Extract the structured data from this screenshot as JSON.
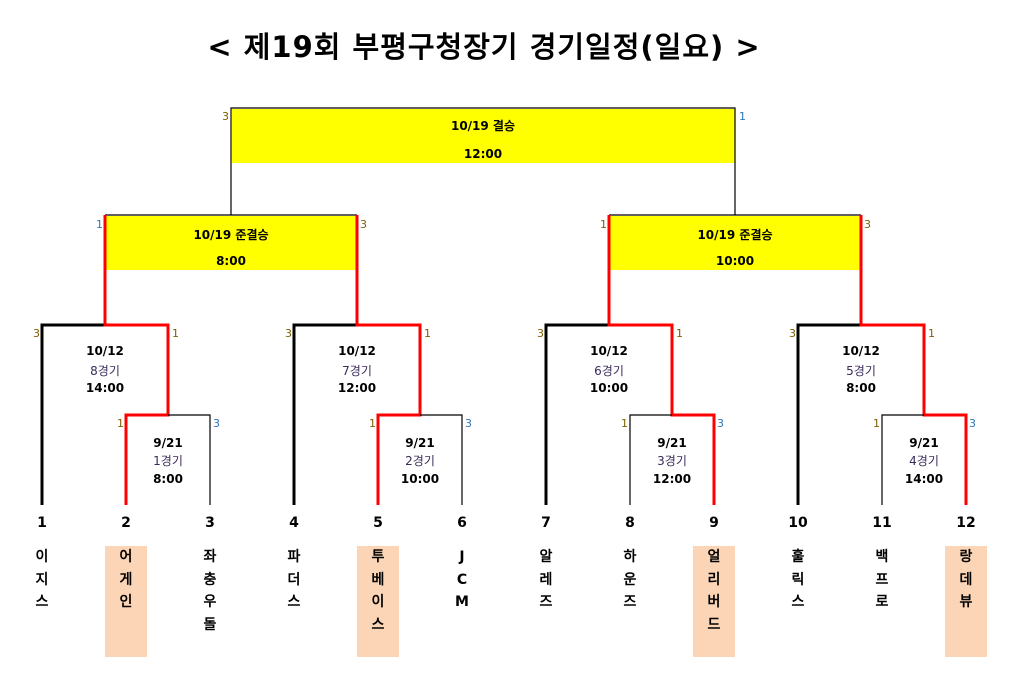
{
  "title": "< 제19회 부평구청장기 경기일정(일요) >",
  "colors": {
    "win_line": "#ff0000",
    "box_fill": "#ffff00",
    "highlight": "#fbd5b5",
    "score_brown": "#7f6000",
    "score_blue": "#2e75b6"
  },
  "final": {
    "date_label": "10/19 결승",
    "time": "12:00",
    "score_left": "3",
    "score_right": "1"
  },
  "semis": [
    {
      "date_label": "10/19 준결승",
      "time": "8:00",
      "score_left": "1",
      "score_right": "3"
    },
    {
      "date_label": "10/19 준결승",
      "time": "10:00",
      "score_left": "1",
      "score_right": "3"
    }
  ],
  "second_round": [
    {
      "date": "10/12",
      "game": "8경기",
      "time": "14:00",
      "score_left": "3",
      "score_right": "1"
    },
    {
      "date": "10/12",
      "game": "7경기",
      "time": "12:00",
      "score_left": "3",
      "score_right": "1"
    },
    {
      "date": "10/12",
      "game": "6경기",
      "time": "10:00",
      "score_left": "3",
      "score_right": "1"
    },
    {
      "date": "10/12",
      "game": "5경기",
      "time": "8:00",
      "score_left": "3",
      "score_right": "1"
    }
  ],
  "first_round": [
    {
      "date": "9/21",
      "game": "1경기",
      "time": "8:00",
      "score_left": "1",
      "score_right": "3"
    },
    {
      "date": "9/21",
      "game": "2경기",
      "time": "10:00",
      "score_left": "1",
      "score_right": "3"
    },
    {
      "date": "9/21",
      "game": "3경기",
      "time": "12:00",
      "score_left": "1",
      "score_right": "3"
    },
    {
      "date": "9/21",
      "game": "4경기",
      "time": "14:00",
      "score_left": "1",
      "score_right": "3"
    }
  ],
  "teams": [
    {
      "num": "1",
      "chars": [
        "이",
        "지",
        "스"
      ],
      "highlight": false
    },
    {
      "num": "2",
      "chars": [
        "어",
        "게",
        "인"
      ],
      "highlight": true
    },
    {
      "num": "3",
      "chars": [
        "좌",
        "충",
        "우",
        "돌"
      ],
      "highlight": false
    },
    {
      "num": "4",
      "chars": [
        "파",
        "더",
        "스"
      ],
      "highlight": false
    },
    {
      "num": "5",
      "chars": [
        "투",
        "베",
        "이",
        "스"
      ],
      "highlight": true
    },
    {
      "num": "6",
      "chars": [
        "J",
        "C",
        "M"
      ],
      "highlight": false
    },
    {
      "num": "7",
      "chars": [
        "알",
        "레",
        "즈"
      ],
      "highlight": false
    },
    {
      "num": "8",
      "chars": [
        "하",
        "운",
        "즈"
      ],
      "highlight": false
    },
    {
      "num": "9",
      "chars": [
        "얼",
        "리",
        "버",
        "드"
      ],
      "highlight": true
    },
    {
      "num": "10",
      "chars": [
        "훌",
        "릭",
        "스"
      ],
      "highlight": false
    },
    {
      "num": "11",
      "chars": [
        "백",
        "프",
        "로"
      ],
      "highlight": false
    },
    {
      "num": "12",
      "chars": [
        "랑",
        "데",
        "뷰"
      ],
      "highlight": true
    }
  ]
}
